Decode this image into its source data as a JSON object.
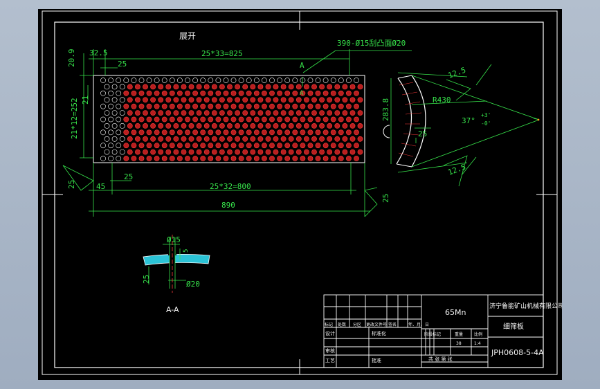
{
  "drawing": {
    "expansion_title": "展开",
    "holes_note": "390-Ø15刮凸面Ø20",
    "dim_top_offset": "32.5",
    "dim_top_pitch": "25",
    "dim_top_span": "25*33=825",
    "dim_left_top": "20.9",
    "dim_left_pitch": "21",
    "dim_left_span": "21*12=252",
    "dim_bottom_offset": "45",
    "dim_bottom_pitch": "25",
    "dim_bottom_span": "25*32=800",
    "dim_overall": "890",
    "dim_left_edge": "25",
    "dim_right_edge": "25",
    "section_mark": "A",
    "arc_chord": "283.8",
    "arc_radius": "R430",
    "arc_pitch": "25",
    "arc_angle": "37°",
    "arc_tol_plus": "+3'",
    "arc_tol_minus": "-0'",
    "arc_edge_top": "12.5",
    "arc_edge_bottom": "12.5",
    "section_hole": "Ø15",
    "section_counterbore": "Ø20",
    "section_thickness": "25",
    "section_depth": "5",
    "section_label": "A-A"
  },
  "title_block": {
    "material": "65Mn",
    "company": "济宁鲁能矿山机械有限公司",
    "part_name": "细筛板",
    "drawing_no": "JPH0608-5-4A",
    "header_cells": [
      "标记",
      "处数",
      "分区",
      "更改文件号",
      "签名",
      "年、月、日"
    ],
    "row_design": "设计",
    "row_standard": "标准化",
    "row_review": "审核",
    "row_process": "工艺",
    "row_approve": "批准",
    "stage_mark": "阶段标记",
    "weight": "重量",
    "scale": "比例",
    "qty": "38",
    "scale_val": "1:4",
    "sheets": "共  张  第  张"
  }
}
